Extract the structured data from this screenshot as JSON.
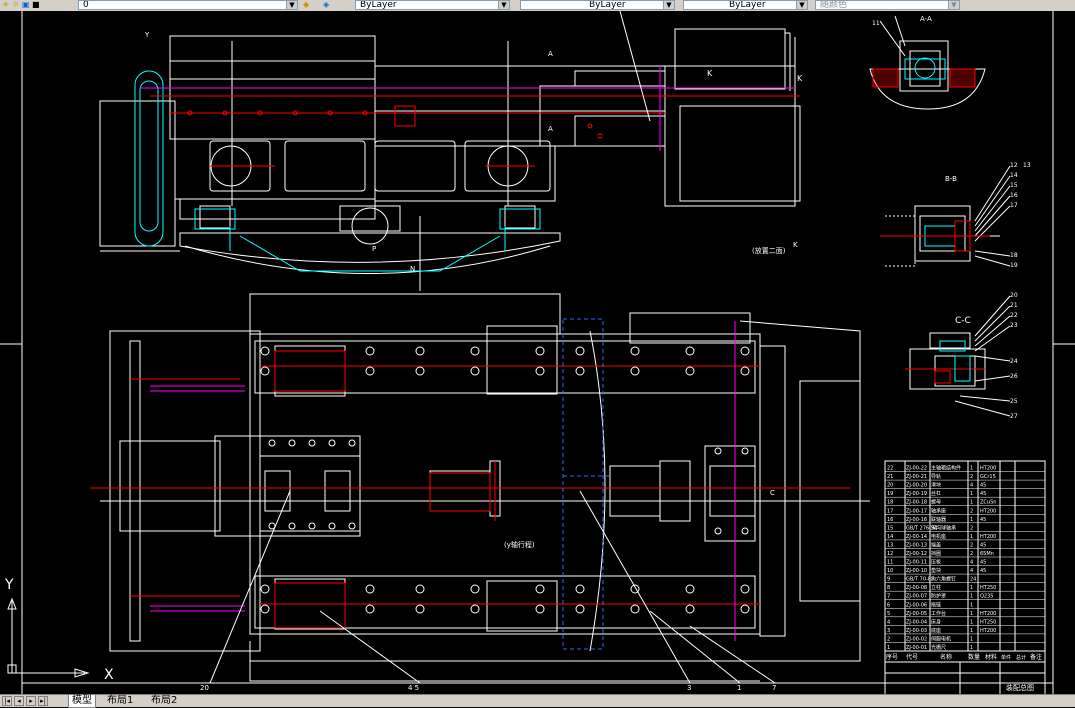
{
  "toolbar": {
    "layer_value": "0",
    "color_value": "ByLayer",
    "linetype_value": "ByLayer",
    "lineweight_value": "ByLayer",
    "plotstyle_value": "随颜色"
  },
  "labels": {
    "section_aa": "A-A",
    "section_bb": "B-B",
    "section_cc": "C-C",
    "view_k": "K",
    "view_a": "A",
    "detail_note": "(放置二面)",
    "point_p": "P",
    "angle_n": "N",
    "side_y": "Y",
    "side_c": "C",
    "rotation_note": "(y轴行程)",
    "callout_7": "7",
    "callout_1": "1",
    "callout_3": "3",
    "callout_45": "4 5",
    "callout_20": "20",
    "callout_11": "11",
    "callout_12": "12",
    "callout_13": "13",
    "callout_14": "14",
    "callout_15": "15",
    "callout_16": "16",
    "callout_17": "17",
    "callout_18": "18",
    "callout_19": "19",
    "callout_20b": "20",
    "callout_21": "21",
    "callout_22": "22",
    "callout_23": "23",
    "callout_24": "24",
    "callout_25": "25",
    "callout_26": "26",
    "callout_27": "27"
  },
  "title_block": {
    "header_code": "序号",
    "header_name": "代号",
    "header_desc": "名称",
    "header_qty": "数量",
    "header_material": "材料",
    "header_weight": "单件",
    "header_total": "总计",
    "header_note": "备注",
    "drawing_title": "装配总图",
    "rows": [
      {
        "no": "22",
        "code": "ZJ-00-22",
        "name": "主轴箱结构件",
        "qty": "1",
        "mat": "HT200"
      },
      {
        "no": "21",
        "code": "ZJ-00-21",
        "name": "导轨",
        "qty": "2",
        "mat": "GCr15"
      },
      {
        "no": "20",
        "code": "ZJ-00-20",
        "name": "滑块",
        "qty": "4",
        "mat": "45"
      },
      {
        "no": "19",
        "code": "ZJ-00-19",
        "name": "丝杠",
        "qty": "1",
        "mat": "45"
      },
      {
        "no": "18",
        "code": "ZJ-00-18",
        "name": "螺母",
        "qty": "1",
        "mat": "ZCuSn"
      },
      {
        "no": "17",
        "code": "ZJ-00-17",
        "name": "轴承座",
        "qty": "2",
        "mat": "HT200"
      },
      {
        "no": "16",
        "code": "ZJ-00-16",
        "name": "联轴器",
        "qty": "1",
        "mat": "45"
      },
      {
        "no": "15",
        "code": "GB/T 276-94",
        "name": "深沟球轴承",
        "qty": "2",
        "mat": ""
      },
      {
        "no": "14",
        "code": "ZJ-00-14",
        "name": "电机座",
        "qty": "1",
        "mat": "HT200"
      },
      {
        "no": "13",
        "code": "ZJ-00-13",
        "name": "端盖",
        "qty": "2",
        "mat": "45"
      },
      {
        "no": "12",
        "code": "ZJ-00-12",
        "name": "挡圈",
        "qty": "2",
        "mat": "65Mn"
      },
      {
        "no": "11",
        "code": "ZJ-00-11",
        "name": "压板",
        "qty": "4",
        "mat": "45"
      },
      {
        "no": "10",
        "code": "ZJ-00-10",
        "name": "垫块",
        "qty": "4",
        "mat": "45"
      },
      {
        "no": "9",
        "code": "GB/T 70-85",
        "name": "内六角螺钉",
        "qty": "24",
        "mat": ""
      },
      {
        "no": "8",
        "code": "ZJ-00-08",
        "name": "立柱",
        "qty": "1",
        "mat": "HT250"
      },
      {
        "no": "7",
        "code": "ZJ-00-07",
        "name": "防护罩",
        "qty": "1",
        "mat": "Q235"
      },
      {
        "no": "6",
        "code": "ZJ-00-06",
        "name": "拖链",
        "qty": "1",
        "mat": ""
      },
      {
        "no": "5",
        "code": "ZJ-00-05",
        "name": "工作台",
        "qty": "1",
        "mat": "HT200"
      },
      {
        "no": "4",
        "code": "ZJ-00-04",
        "name": "床身",
        "qty": "1",
        "mat": "HT250"
      },
      {
        "no": "3",
        "code": "ZJ-00-03",
        "name": "底座",
        "qty": "1",
        "mat": "HT200"
      },
      {
        "no": "2",
        "code": "ZJ-00-02",
        "name": "伺服电机",
        "qty": "1",
        "mat": ""
      },
      {
        "no": "1",
        "code": "ZJ-00-01",
        "name": "光栅尺",
        "qty": "1",
        "mat": ""
      }
    ]
  },
  "ucs": {
    "x_label": "X",
    "y_label": "Y"
  },
  "tabs": {
    "model": "模型",
    "layout1": "布局1",
    "layout2": "布局2"
  },
  "colors": {
    "red": "#ff0000",
    "white": "#ffffff",
    "cyan": "#00ffff",
    "magenta": "#ff00ff",
    "blue": "#0000ff",
    "yellow": "#ffff00"
  }
}
